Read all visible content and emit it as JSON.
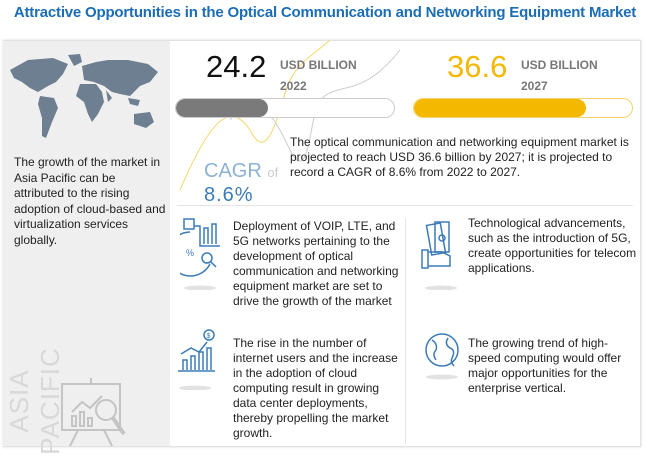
{
  "title": "Attractive Opportunities in the Optical Communication and Networking Equipment Market",
  "left": {
    "text": "The growth of the market in Asia Pacific can be attributed to the rising adoption of cloud-based and virtualization services globally.",
    "region": "ASIA PACIFIC"
  },
  "market_2022": {
    "value": "24.2",
    "unit": "USD BILLION",
    "year": "2022",
    "fill_fraction": 0.42
  },
  "market_2027": {
    "value": "36.6",
    "unit": "USD BILLION",
    "year": "2027",
    "fill_fraction": 0.79
  },
  "cagr": {
    "label": "CAGR",
    "of": "of",
    "value": "8.6%"
  },
  "summary": "The optical communication and networking equipment market is projected to reach USD 36.6 billion by 2027; it is projected to record a CAGR of 8.6% from 2022 to 2027.",
  "colors": {
    "title": "#1b6db5",
    "accent": "#f5b800",
    "gray": "#7a7a7a",
    "icon": "#3b7bb7"
  },
  "items": [
    {
      "icon": "analytics-icon",
      "text": "Deployment of VOIP, LTE, and 5G networks pertaining to the development of optical communication and networking equipment market are set to drive the growth of the market"
    },
    {
      "icon": "hand-money-icon",
      "text": "Technological advancements, such as the introduction of 5G, create opportunities for telecom applications."
    },
    {
      "icon": "growth-chart-icon",
      "text": "The rise in the number of internet users and the increase in the adoption of cloud computing result in growing data center deployments, thereby propelling the market growth."
    },
    {
      "icon": "globe-icon",
      "text": "The growing trend of high-speed computing would offer major opportunities for the enterprise vertical."
    }
  ]
}
